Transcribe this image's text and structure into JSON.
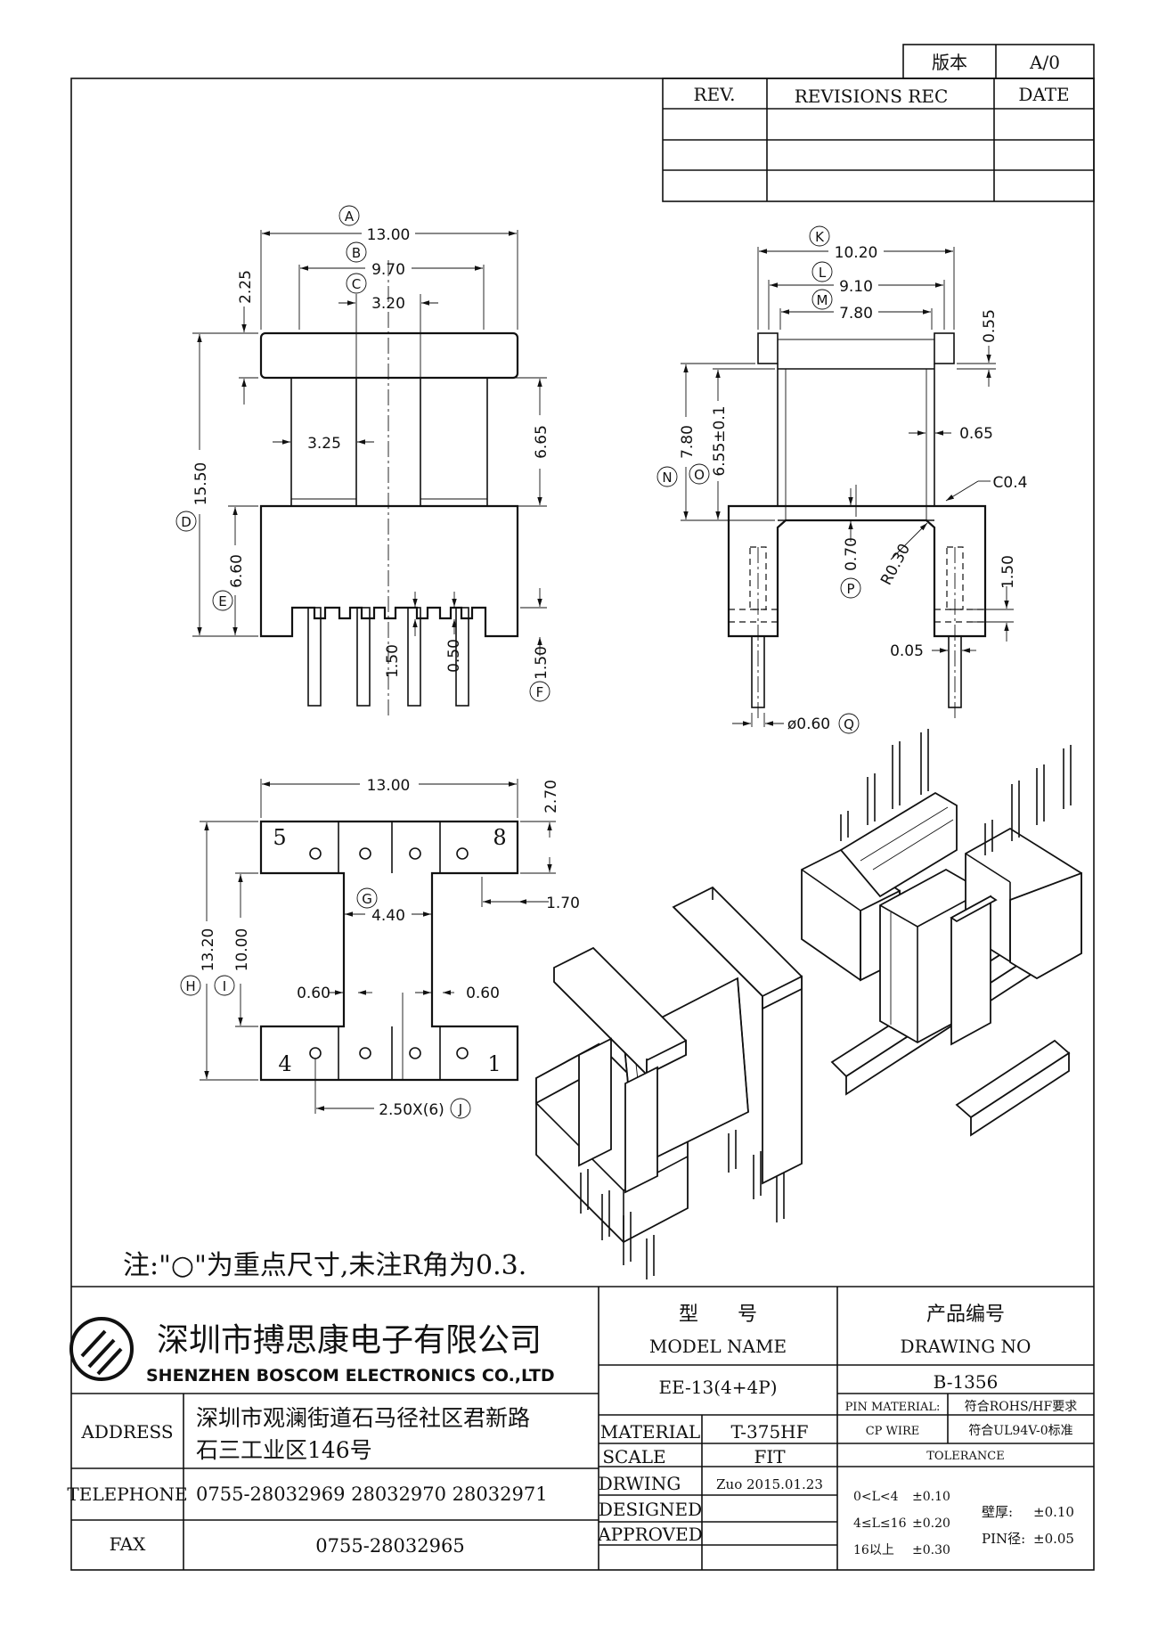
{
  "version_box": {
    "label": "版本",
    "value": "A/0"
  },
  "revisions": {
    "col_rev": "REV.",
    "col_rec": "REVISIONS REC",
    "col_date": "DATE"
  },
  "dims": {
    "a": "13.00",
    "b": "9.70",
    "c": "3.20",
    "d": "15.50",
    "e": "6.60",
    "f": "1.50",
    "h225": "2.25",
    "w325": "3.25",
    "h665": "6.65",
    "p150": "1.50",
    "p050": "0.50",
    "k": "10.20",
    "l": "9.10",
    "m": "7.80",
    "n": "7.80",
    "o": "6.55±0.1",
    "p": "0.70",
    "q": "ø0.60",
    "t055": "0.55",
    "t065": "0.65",
    "c04": "C0.4",
    "r030": "R0.30",
    "s150": "1.50",
    "s005": "0.05",
    "bw": "13.00",
    "bh": "2.70",
    "g": "4.40",
    "b170": "1.70",
    "hh": "13.20",
    "ih": "10.00",
    "b060l": "0.60",
    "b060r": "0.60",
    "j": "2.50X(6)"
  },
  "markers": {
    "a": "A",
    "b": "B",
    "c": "C",
    "d": "D",
    "e": "E",
    "f": "F",
    "g": "G",
    "h": "H",
    "i": "I",
    "j": "J",
    "k": "K",
    "l": "L",
    "m": "M",
    "n": "N",
    "o": "O",
    "p": "P",
    "q": "Q"
  },
  "pins": {
    "p5": "5",
    "p8": "8",
    "p4": "4",
    "p1": "1"
  },
  "note": "注:\"○\"为重点尺寸,未注R角为0.3.",
  "company": {
    "name_cn": "深圳市搏思康电子有限公司",
    "name_en": "SHENZHEN BOSCOM ELECTRONICS CO.,LTD"
  },
  "title_block": {
    "model_cn": "型　　号",
    "model_en": "MODEL NAME",
    "model_value": "EE-13(4+4P)",
    "drawing_cn": "产品编号",
    "drawing_en": "DRAWING NO",
    "drawing_value": "B-1356",
    "address_label": "ADDRESS",
    "address_line1": "深圳市观澜街道石马径社区君新路",
    "address_line2": "石三工业区146号",
    "telephone_label": "TELEPHONE",
    "telephone_value": "0755-28032969 28032970 28032971",
    "fax_label": "FAX",
    "fax_value": "0755-28032965",
    "material_label": "MATERIAL",
    "material_value": "T-375HF",
    "scale_label": "SCALE",
    "scale_value": "FIT",
    "drwing_label": "DRWING",
    "drwing_value": "Zuo 2015.01.23",
    "designed_label": "DESIGNED",
    "approved_label": "APPROVED",
    "pin_material_label": "PIN MATERIAL:",
    "pin_material_value": "符合ROHS/HF要求",
    "cp_wire_label": "CP WIRE",
    "cp_wire_value": "符合UL94V-0标准",
    "tolerance_label": "TOLERANCE",
    "tol1_range": "0<L<4",
    "tol1_value": "±0.10",
    "tol2_range": "4≤L≤16",
    "tol2_value": "±0.20",
    "tol3_range": "16以上",
    "tol3_value": "±0.30",
    "wall_label": "壁厚:",
    "wall_value": "±0.10",
    "pin_label": "PIN径:",
    "pin_value": "±0.05"
  }
}
